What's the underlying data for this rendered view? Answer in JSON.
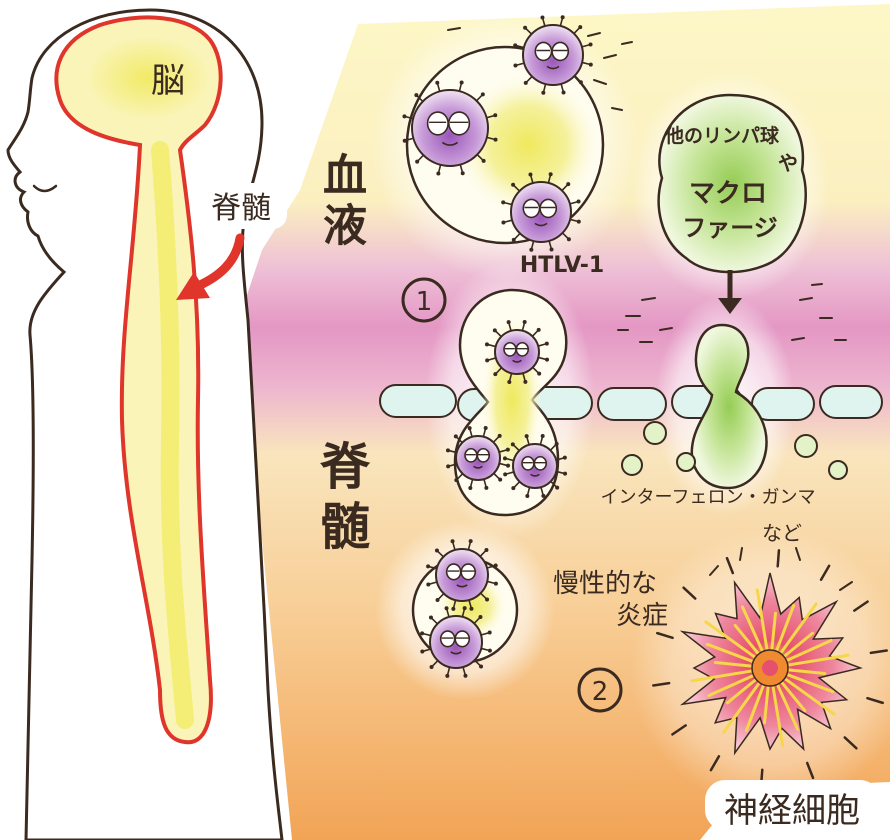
{
  "figure": {
    "brain_label": "脳",
    "spinal_cord_label": "脊髄",
    "blood_label": "血液",
    "spinal_cord_section_label": "脊髄",
    "virus_label": "HTLV-1",
    "step1_number": "1",
    "step2_number": "2",
    "bubble_lines": [
      "他のリンパ球",
      "や",
      "マクロ",
      "ファージ"
    ],
    "interferon_label": "インターフェロン・ガンマ",
    "interferon_suffix": "など",
    "inflammation_lines": [
      "慢性的な",
      "炎症"
    ],
    "neuron_label": "神経細胞"
  },
  "colors": {
    "spinal_outline": "#e0352b",
    "pointer_arrow": "#e0352b",
    "infected_cell": "#b07ac8",
    "immune_cell": "#b9de84",
    "inflammation": "#e5506e",
    "barrier": "#dff3ef",
    "blood_band": "#e497c4"
  }
}
